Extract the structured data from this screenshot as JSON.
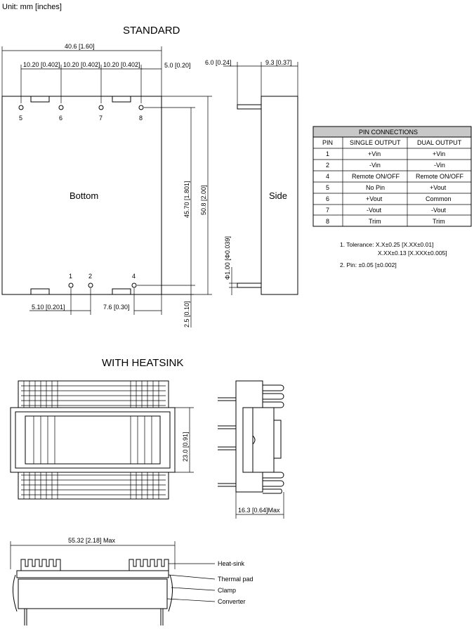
{
  "units_label": "Unit: mm [inches]",
  "standard": {
    "title": "STANDARD",
    "bottom_label": "Bottom",
    "side_label": "Side",
    "dims": {
      "overall_width": "40.6 [1.60]",
      "pitch_a": "10.20 [0.402]",
      "pitch_b": "10.20 [0.402]",
      "pitch_c": "10.20 [0.402]",
      "edge_right": "5.0 [0.20]",
      "side_lead": "6.0 [0.24]",
      "side_body": "9.3 [0.37]",
      "pin_span_vertical": "45.70 [1.801]",
      "overall_height": "50.8 [2.00]",
      "pin_diameter": "Φ1.00 [Φ0.039]",
      "bottom_left": "5.10 [0.201]",
      "bottom_right": "7.6 [0.30]",
      "bottom_edge": "2.5 [0.10]"
    },
    "top_pins": [
      "5",
      "6",
      "7",
      "8"
    ],
    "bottom_pins": [
      "1",
      "2",
      "4"
    ]
  },
  "pin_table": {
    "title": "PIN CONNECTIONS",
    "headers": [
      "PIN",
      "SINGLE OUTPUT",
      "DUAL OUTPUT"
    ],
    "rows": [
      [
        "1",
        "+Vin",
        "+Vin"
      ],
      [
        "2",
        "-Vin",
        "-Vin"
      ],
      [
        "4",
        "Remote ON/OFF",
        "Remote ON/OFF"
      ],
      [
        "5",
        "No Pin",
        "+Vout"
      ],
      [
        "6",
        "+Vout",
        "Common"
      ],
      [
        "7",
        "-Vout",
        "-Vout"
      ],
      [
        "8",
        "Trim",
        "Trim"
      ]
    ]
  },
  "notes": {
    "tolerance_1": "1. Tolerance: X.X±0.25 [X.XX±0.01]",
    "tolerance_2": "X.XX±0.13 [X.XXX±0.005]",
    "pin_tol": "2. Pin: ±0.05 [±0.002]"
  },
  "heatsink": {
    "title": "WITH HEATSINK",
    "height_dim": "23.0 [0.91]",
    "side_dim": "16.3 [0.64]Max",
    "front_dim": "55.32 [2.18] Max",
    "callouts": [
      "Heat-sink",
      "Thermal pad",
      "Clamp",
      "Converter"
    ]
  }
}
